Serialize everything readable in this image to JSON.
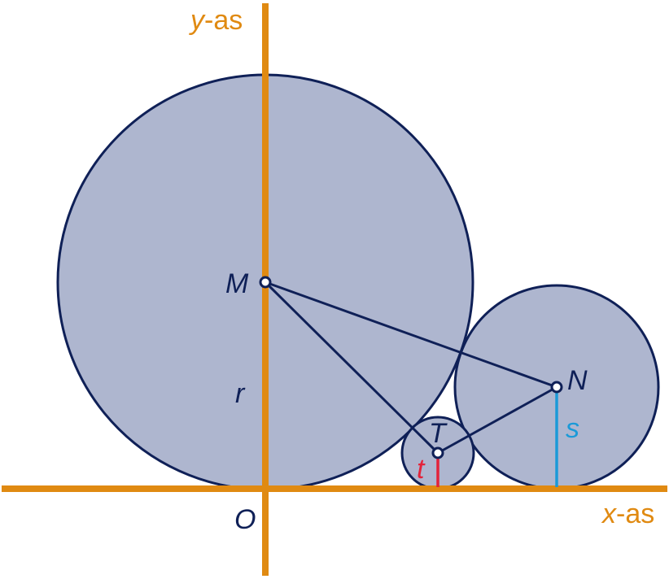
{
  "axes": {
    "y_label": {
      "var": "y",
      "suffix": "-as"
    },
    "x_label": {
      "var": "x",
      "suffix": "-as"
    },
    "origin_label": "O"
  },
  "points": {
    "M": "M",
    "N": "N",
    "T": "T"
  },
  "radii": {
    "r": "r",
    "s": "s",
    "t": "t"
  },
  "colors": {
    "axis": "#e08a12",
    "circle_fill": "#aeb6cf",
    "outline": "#0f2057",
    "label_dark": "#0f2057",
    "radius_s": "#1b9ad8",
    "radius_t": "#e3233a",
    "background": "#ffffff"
  }
}
